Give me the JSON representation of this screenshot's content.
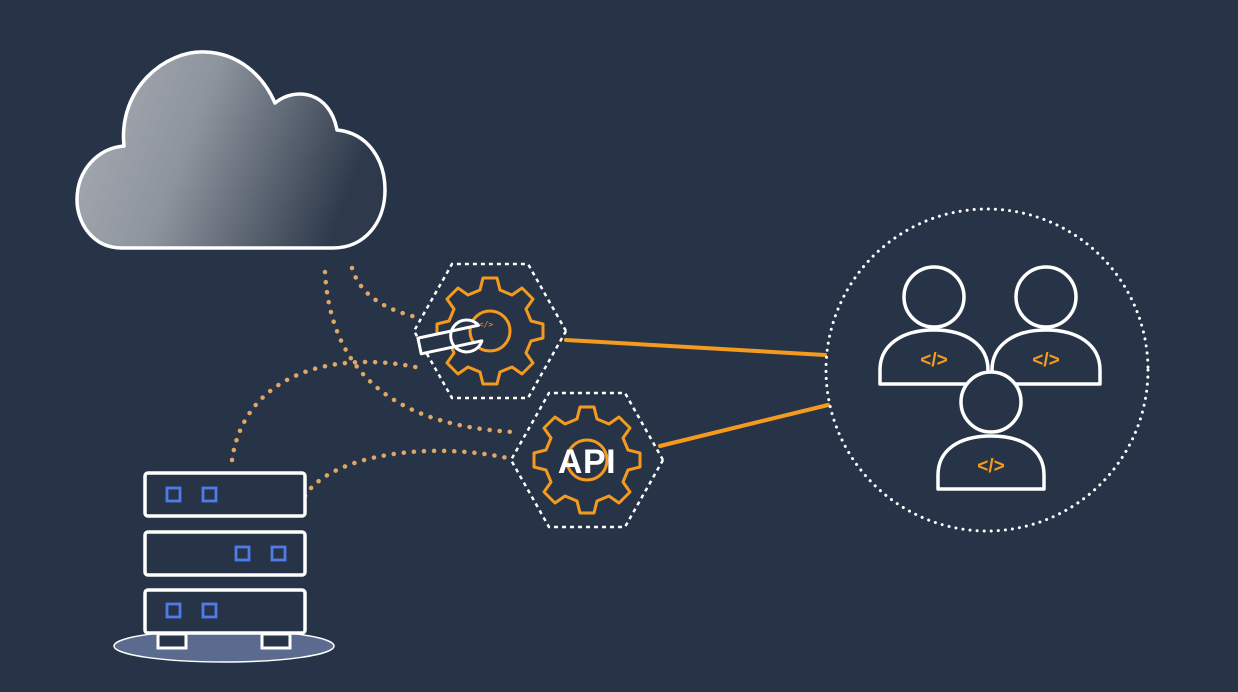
{
  "diagram": {
    "api_label": "API",
    "wrench_tag": "</>",
    "developer_tags": [
      "</>",
      "</>",
      "</>"
    ],
    "colors": {
      "background": "#273447",
      "accent": "#F49B1F",
      "dotted_connector": "#DFA766",
      "outline": "#FFFFFF",
      "server_square": "#4F7BE8",
      "server_base": "#5A6B8F"
    },
    "nodes": [
      {
        "id": "cloud",
        "icon": "cloud-icon"
      },
      {
        "id": "server",
        "icon": "server-stack-icon"
      },
      {
        "id": "tools-gear",
        "icon": "wrench-gear-icon"
      },
      {
        "id": "api-gear",
        "icon": "api-gear-icon"
      },
      {
        "id": "developers",
        "icon": "developer-group-icon"
      }
    ]
  }
}
